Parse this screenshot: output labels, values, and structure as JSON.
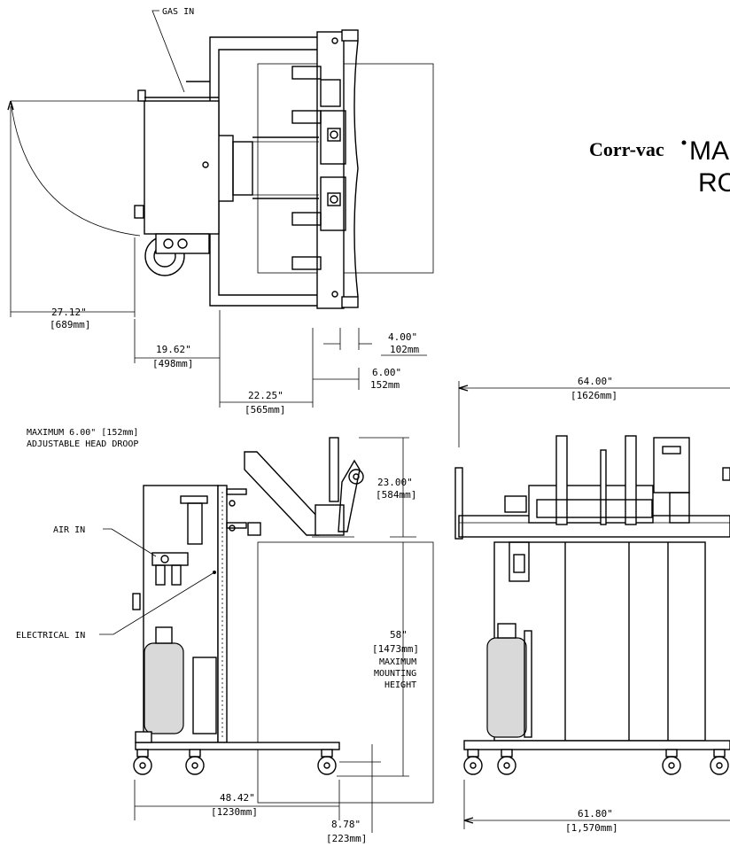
{
  "brand": {
    "logo_text": "Corr-vac",
    "title_line1": "MA",
    "title_line2": "RO"
  },
  "callouts": {
    "gas_in": "GAS IN",
    "air_in": "AIR IN",
    "electrical_in": "ELECTRICAL IN",
    "head_droop_line1": "MAXIMUM  6.00\" [152mm]",
    "head_droop_line2": "ADJUSTABLE HEAD DROOP"
  },
  "dimensions": {
    "d_27_in": "27.12\"",
    "d_27_mm": "[689mm]",
    "d_19_in": "19.62\"",
    "d_19_mm": "[498mm]",
    "d_22_in": "22.25\"",
    "d_22_mm": "[565mm]",
    "d_4_in": "4.00\"",
    "d_4_mm": "102mm",
    "d_6_in": "6.00\"",
    "d_6_mm": "152mm",
    "d_64_in": "64.00\"",
    "d_64_mm": "[1626mm]",
    "d_23_in": "23.00\"",
    "d_23_mm": "[584mm]",
    "d_58_in": "58\"",
    "d_58_mm": "[1473mm]",
    "d_58_l1": "MAXIMUM",
    "d_58_l2": "MOUNTING",
    "d_58_l3": "HEIGHT",
    "d_48_in": "48.42\"",
    "d_48_mm": "[1230mm]",
    "d_8_in": "8.78\"",
    "d_8_mm": "[223mm]",
    "d_61_in": "61.80\"",
    "d_61_mm": "[1,570mm]"
  },
  "colors": {
    "line": "#000000",
    "background": "#ffffff",
    "cylinder_fill": "#d9d9d9"
  }
}
